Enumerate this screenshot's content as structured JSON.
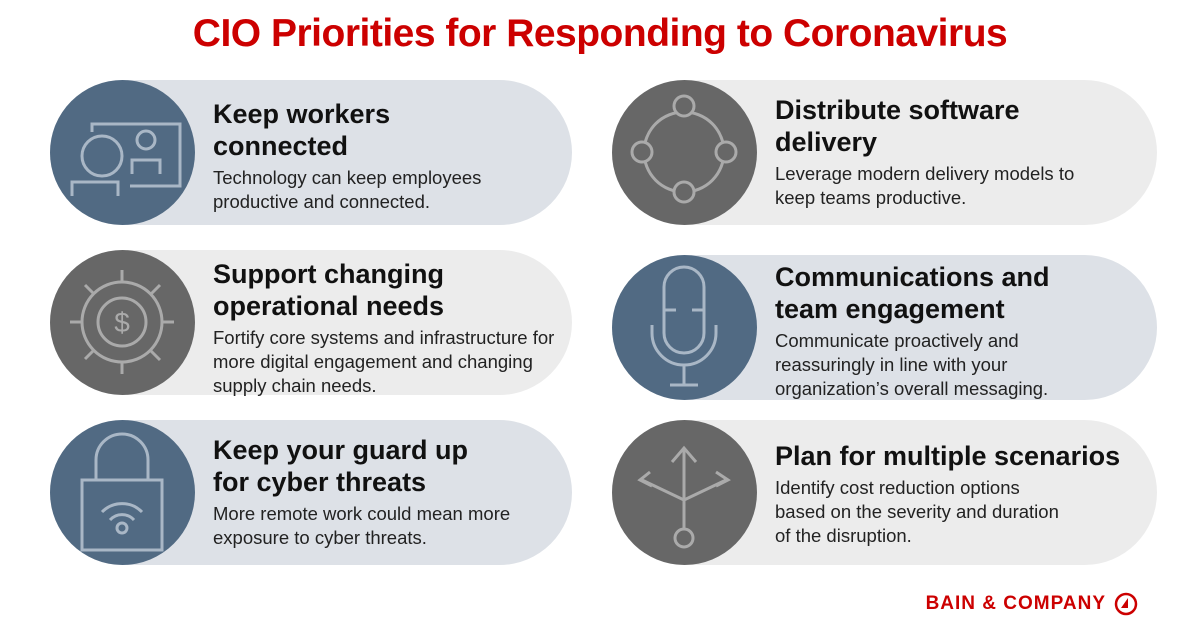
{
  "title": "CIO Priorities for Responding to Coronavirus",
  "cards": [
    {
      "heading": "Keep workers connected",
      "body": "Technology can keep employees productive and connected.",
      "icon": "video-call-icon",
      "color": "#516a83"
    },
    {
      "heading": "Support changing operational needs",
      "body": "Fortify core systems and infrastructure for more digital engagement and changing supply chain needs.",
      "icon": "gear-dollar-icon",
      "color": "#676767"
    },
    {
      "heading": "Keep your guard up for cyber threats",
      "body": "More remote work could mean more exposure to cyber threats.",
      "icon": "lock-wifi-icon",
      "color": "#516a83"
    },
    {
      "heading": "Distribute software delivery",
      "body": "Leverage modern delivery models to keep teams productive.",
      "icon": "team-network-icon",
      "color": "#676767"
    },
    {
      "heading": "Communications and team engagement",
      "body": "Communicate proactively and reassuringly in line with your organization’s overall messaging.",
      "icon": "microphone-icon",
      "color": "#516a83"
    },
    {
      "heading": "Plan for multiple scenarios",
      "body": "Identify cost reduction options based on the severity and duration of the disruption.",
      "icon": "branching-arrows-icon",
      "color": "#676767"
    }
  ],
  "logo": "BAIN & COMPANY"
}
